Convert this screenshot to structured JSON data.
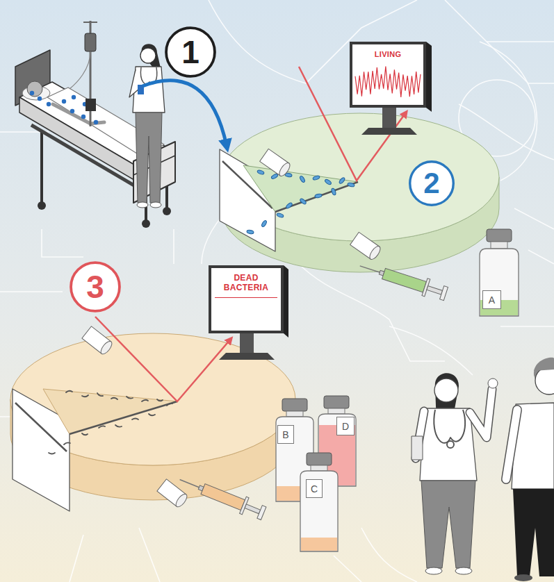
{
  "diagram": {
    "nodes": [
      {
        "text": [
          "1"
        ]
      },
      {
        "text": [
          "LIVING"
        ]
      },
      {
        "text": [
          "2"
        ]
      },
      {
        "text": [
          "A"
        ]
      },
      {
        "text": [
          "3"
        ]
      },
      {
        "text": [
          "DEAD BACTERIA"
        ]
      },
      {
        "text": [
          "D"
        ]
      },
      {
        "text": [
          "B"
        ]
      },
      {
        "text": [
          "C"
        ]
      }
    ]
  }
}
